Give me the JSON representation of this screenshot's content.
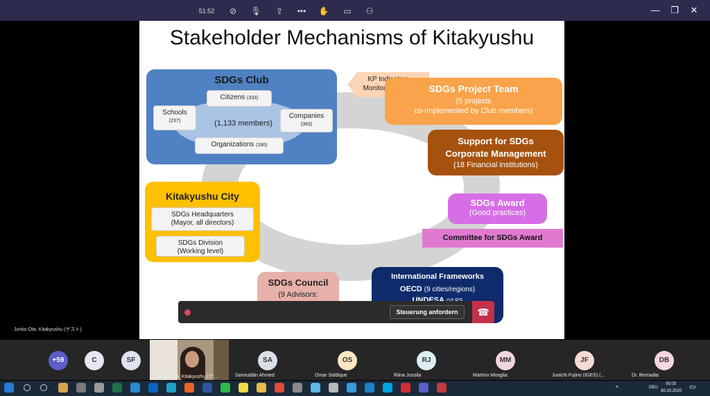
{
  "window": {
    "minimize": "—",
    "maximize": "❐",
    "close": "✕"
  },
  "slide": {
    "title": "Stakeholder Mechanisms of Kitakyushu",
    "club": {
      "title": "SDGs Club",
      "citizens": "Citizens",
      "citizens_n": "(333)",
      "schools": "Schools",
      "schools_n": "(237)",
      "companies": "Companies",
      "companies_n": "(383)",
      "members": "(1,133 members)",
      "organizations": "Organizations",
      "organizations_n": "(180)"
    },
    "kp": {
      "line1": "KP Indicators",
      "line2": "Monitor& Report"
    },
    "project": {
      "title": "SDGs Project Team",
      "line1": "(5 projects",
      "line2": "co-implemented by Club members)"
    },
    "support": {
      "line1": "Support for SDGs",
      "line2": "Corporate Management",
      "sub": "(18 Financial institutions)"
    },
    "award": {
      "title": "SDGs Award",
      "sub": "(Good practices)"
    },
    "committee": "Committee for SDGs Award",
    "city": {
      "title": "Kitakyushu City",
      "hq1": "SDGs Headquarters",
      "hq2": "(Mayor, all directors)",
      "div1": "SDGs Division",
      "div2": "(Working level)"
    },
    "council": {
      "title": "SDGs Council",
      "sub": "(9 Advisors:"
    },
    "intl": {
      "title": "International Frameworks",
      "oecd": "OECD",
      "oecd_sub": "(9 cities/regions)",
      "undesa": "UNDESA",
      "undesa_sub": "(VLRS"
    }
  },
  "toolbar": {
    "timer": "51:52",
    "request_control": "Steuerung anfordern"
  },
  "presenter_label": "Junko Ota. Kitakyushu (ゲスト)",
  "participants": [
    {
      "initials": "+59",
      "color": "#5b5fc7",
      "text": "#fff"
    },
    {
      "initials": "C",
      "color": "#e6e6f0",
      "text": "#333"
    },
    {
      "initials": "SF",
      "color": "#dde3f0",
      "text": "#333"
    },
    {
      "name": "Junko Ota. Kitakyushu (ゲ..."
    },
    {
      "initials": "SA",
      "name": "Samiuddin Ahmed",
      "color": "#d8e0e8",
      "text": "#333"
    },
    {
      "initials": "OS",
      "name": "Omar Siddique",
      "color": "#fde7c2",
      "text": "#333"
    },
    {
      "initials": "RJ",
      "name": "Riina Jussila",
      "color": "#dbeef2",
      "text": "#333"
    },
    {
      "initials": "MM",
      "name": "Martino Miraglia",
      "color": "#f3d6dc",
      "text": "#333"
    },
    {
      "initials": "JF",
      "name": "Junichi Fujino (IGES) (...",
      "color": "#f7dcd2",
      "text": "#333"
    },
    {
      "initials": "DB",
      "name": "Dr. Bernadia",
      "color": "#f6d6e0",
      "text": "#333"
    }
  ],
  "taskbar": {
    "lang": "DEU",
    "time": "05:03",
    "date": "30.10.2020"
  }
}
